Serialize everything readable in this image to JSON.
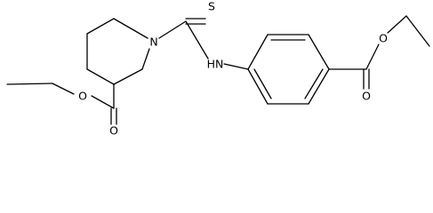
{
  "molecule": {
    "atoms": {
      "ring_nitrogen": "N",
      "thione_sulfur": "S",
      "amide_nh": "HN",
      "ester_left_carbonyl_o": "O",
      "ester_left_ether_o": "O",
      "ester_right_carbonyl_o": "O",
      "ester_right_ether_o": "O"
    }
  }
}
